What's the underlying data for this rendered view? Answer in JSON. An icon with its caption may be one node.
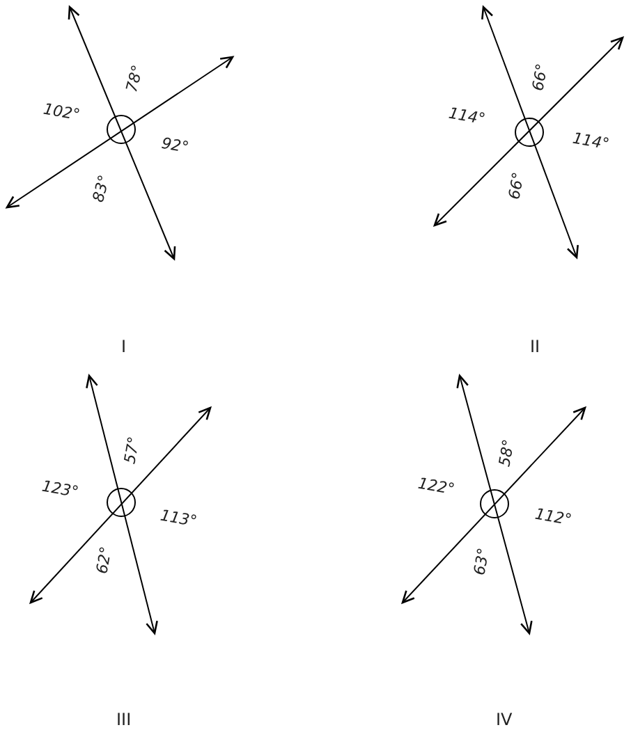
{
  "diagram": {
    "labels": [
      "78°",
      "102°",
      "92°",
      "83°",
      "I",
      "66°",
      "114°",
      "114°",
      "66°",
      "II",
      "57°",
      "123°",
      "113°",
      "62°",
      "III",
      "58°",
      "122°",
      "112°",
      "63°",
      "IV"
    ]
  }
}
